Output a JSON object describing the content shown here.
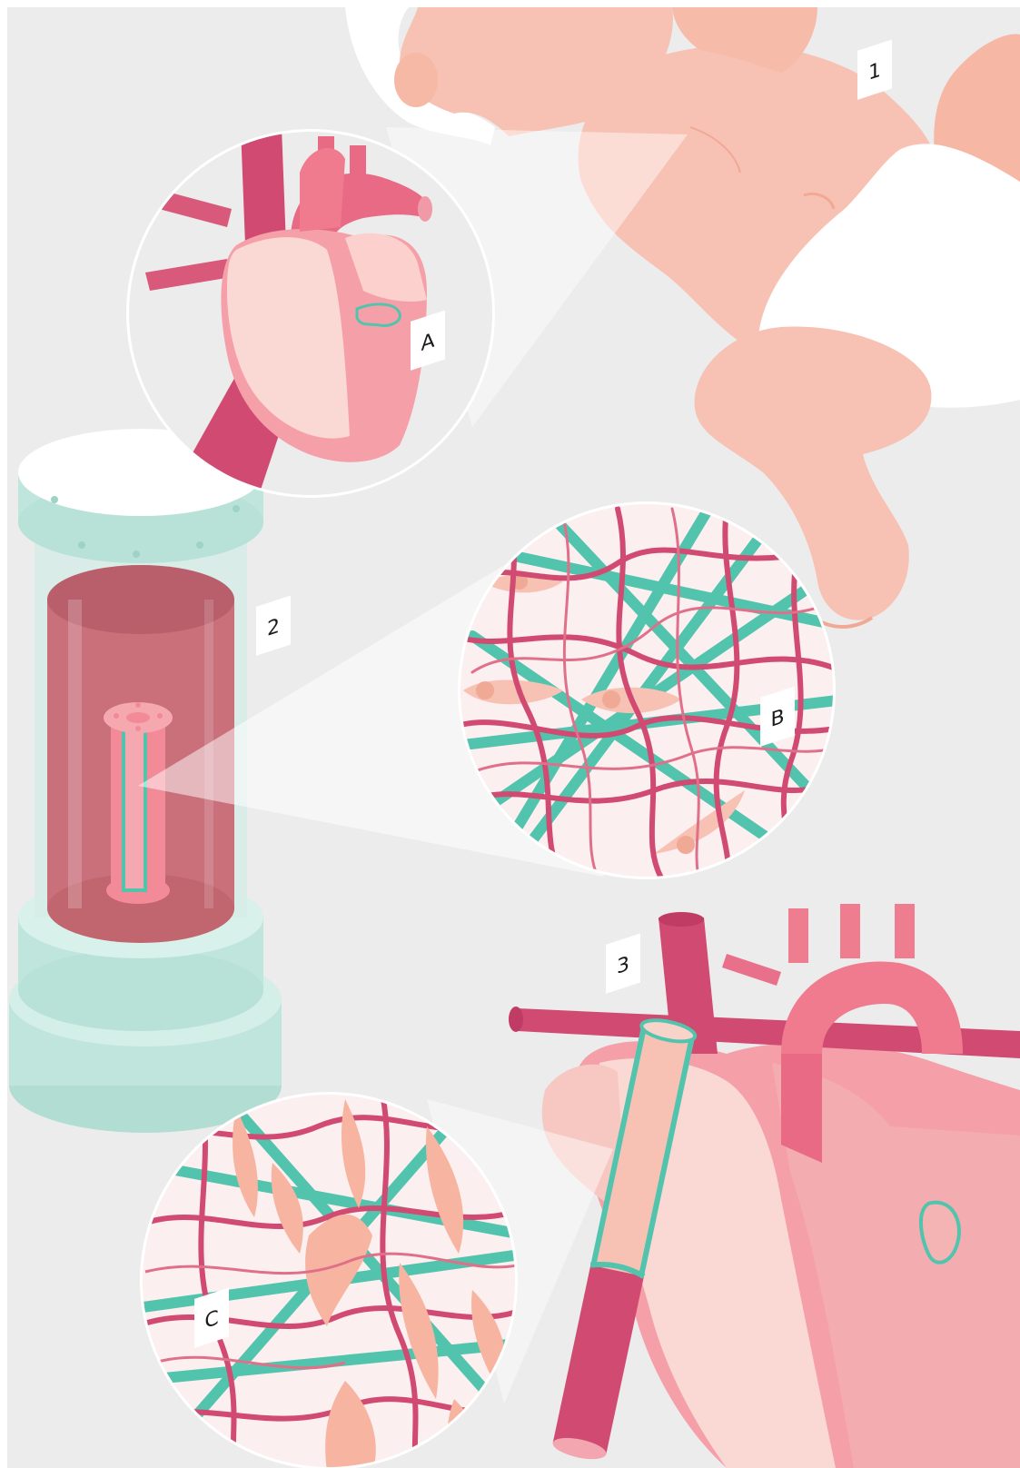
{
  "labels": {
    "step1": "1",
    "step2": "2",
    "step3": "3",
    "detail_a": "A",
    "detail_b": "B",
    "detail_c": "C"
  },
  "colors": {
    "background": "#ececec",
    "skin": "#f7c2b3",
    "skin_shadow": "#f0a995",
    "vessel_dark": "#d04a72",
    "vessel_mid": "#e0607e",
    "heart_pink": "#f5a0a8",
    "heart_light": "#fad8d4",
    "fiber_teal": "#52c4ad",
    "bioreactor_teal": "#bfe5dc",
    "media_red": "#c9707b"
  }
}
